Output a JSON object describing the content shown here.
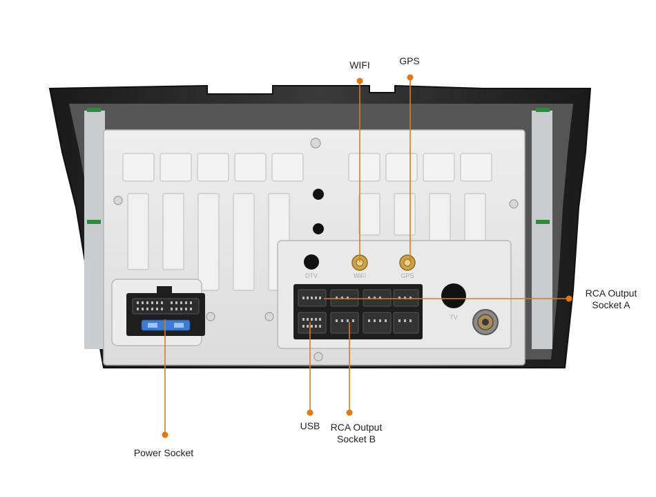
{
  "labels": {
    "wifi": "WIFI",
    "gps": "GPS",
    "rca_a_line1": "RCA Output",
    "rca_a_line2": "Socket A",
    "usb": "USB",
    "rca_b_line1": "RCA Output",
    "rca_b_line2": "Socket B",
    "power": "Power Socket"
  },
  "embossed": {
    "dtv": "DTV",
    "wifi": "WiFi",
    "gps": "GPS",
    "tv": "TV"
  },
  "colors": {
    "callout": "#e07a10",
    "frame": "#2a2a2a",
    "chassis": "#e6e6e6",
    "connector": "#1e1e1e",
    "fuse": "#3d7bd6",
    "antenna": "#d4a23a"
  }
}
